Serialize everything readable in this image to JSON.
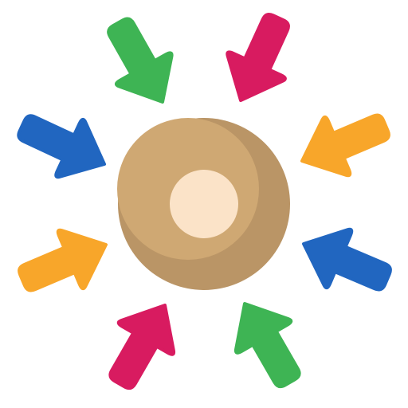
{
  "colors": {
    "background": "#ffffff",
    "green": "#3eb454",
    "magenta": "#d81b60",
    "blue": "#2166c0",
    "orange": "#f8a62a",
    "circle_outer_light": "#cfa873",
    "circle_outer_shadow": "#ba9566",
    "circle_inner": "#fbe3c8"
  },
  "icons": {
    "center": "convergence-circle-icon",
    "arrows": [
      {
        "name": "arrow-top-left-icon",
        "color": "green"
      },
      {
        "name": "arrow-top-right-icon",
        "color": "magenta"
      },
      {
        "name": "arrow-left-upper-icon",
        "color": "blue"
      },
      {
        "name": "arrow-right-upper-icon",
        "color": "orange"
      },
      {
        "name": "arrow-left-lower-icon",
        "color": "orange"
      },
      {
        "name": "arrow-right-lower-icon",
        "color": "blue"
      },
      {
        "name": "arrow-bottom-left-icon",
        "color": "magenta"
      },
      {
        "name": "arrow-bottom-right-icon",
        "color": "green"
      }
    ]
  }
}
